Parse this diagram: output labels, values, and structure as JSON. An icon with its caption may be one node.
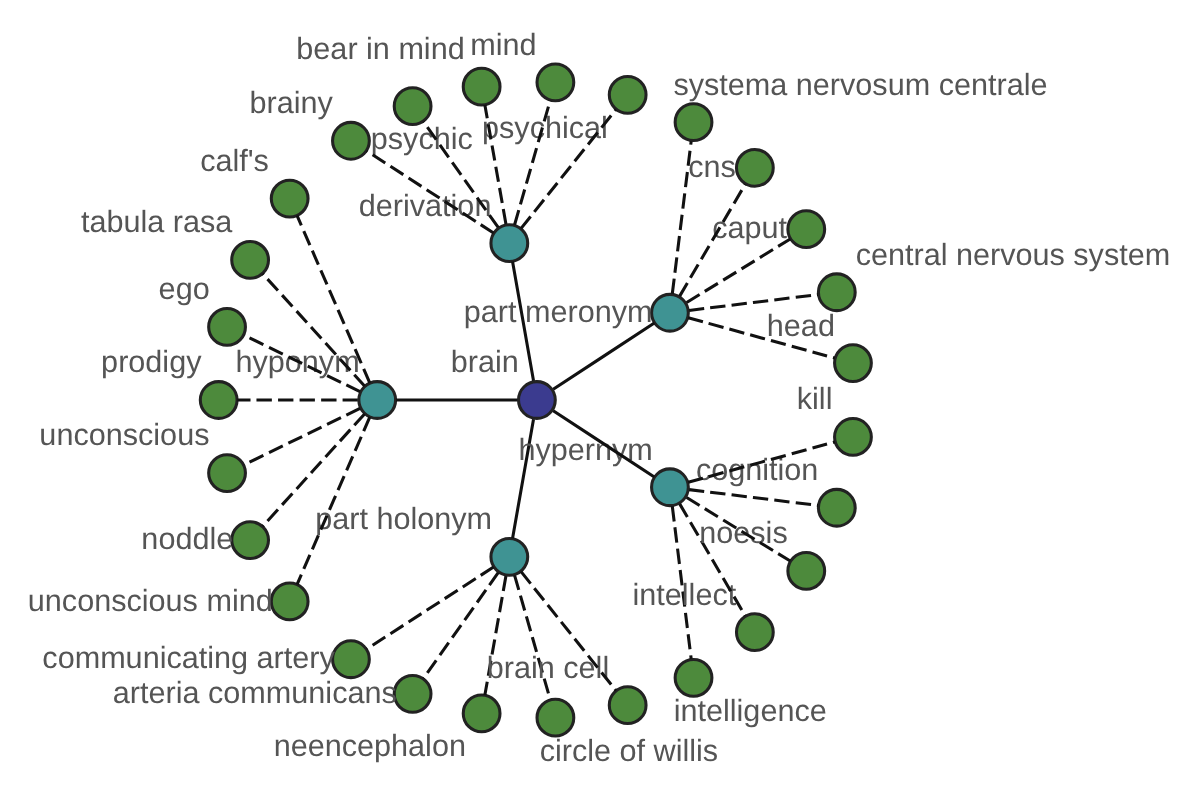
{
  "diagram": {
    "nodes": [
      {
        "text": [
          "brain"
        ]
      },
      {
        "text": [
          "part meronym"
        ]
      },
      {
        "text": [
          "head"
        ]
      },
      {
        "text": [
          "central nervous system"
        ]
      },
      {
        "text": [
          "caput"
        ]
      },
      {
        "text": [
          "cns"
        ]
      },
      {
        "text": [
          "systema nervosum centrale"
        ]
      },
      {
        "text": [
          "derivation"
        ]
      },
      {
        "text": [
          "psychical"
        ]
      },
      {
        "text": [
          "mind"
        ]
      },
      {
        "text": [
          "bear in mind"
        ]
      },
      {
        "text": [
          "psychic"
        ]
      },
      {
        "text": [
          "brainy"
        ]
      },
      {
        "text": [
          "hyponym"
        ]
      },
      {
        "text": [
          "calf's"
        ]
      },
      {
        "text": [
          "tabula rasa"
        ]
      },
      {
        "text": [
          "ego"
        ]
      },
      {
        "text": [
          "prodigy"
        ]
      },
      {
        "text": [
          "unconscious"
        ]
      },
      {
        "text": [
          "noddle"
        ]
      },
      {
        "text": [
          "unconscious mind"
        ]
      },
      {
        "text": [
          "part holonym"
        ]
      },
      {
        "text": [
          "communicating artery"
        ]
      },
      {
        "text": [
          "arteria communicans"
        ]
      },
      {
        "text": [
          "neencephalon"
        ]
      },
      {
        "text": [
          "circle of willis"
        ]
      },
      {
        "text": [
          "brain cell"
        ]
      },
      {
        "text": [
          "hypernym"
        ]
      },
      {
        "text": [
          "intelligence"
        ]
      },
      {
        "text": [
          "intellect"
        ]
      },
      {
        "text": [
          "noesis"
        ]
      },
      {
        "text": [
          "cognition"
        ]
      },
      {
        "text": [
          "kill"
        ]
      }
    ],
    "edges": [
      {
        "from": 0,
        "to": 1,
        "arrow": "none"
      },
      {
        "from": 1,
        "to": 2,
        "arrow": "none",
        "style": "dashed"
      },
      {
        "from": 1,
        "to": 3,
        "arrow": "none",
        "style": "dashed"
      },
      {
        "from": 1,
        "to": 4,
        "arrow": "none",
        "style": "dashed"
      },
      {
        "from": 1,
        "to": 5,
        "arrow": "none",
        "style": "dashed"
      },
      {
        "from": 1,
        "to": 6,
        "arrow": "none",
        "style": "dashed"
      },
      {
        "from": 0,
        "to": 7,
        "arrow": "none"
      },
      {
        "from": 7,
        "to": 8,
        "arrow": "none",
        "style": "dashed"
      },
      {
        "from": 7,
        "to": 9,
        "arrow": "none",
        "style": "dashed"
      },
      {
        "from": 7,
        "to": 10,
        "arrow": "none",
        "style": "dashed"
      },
      {
        "from": 7,
        "to": 11,
        "arrow": "none",
        "style": "dashed"
      },
      {
        "from": 7,
        "to": 12,
        "arrow": "none",
        "style": "dashed"
      },
      {
        "from": 0,
        "to": 13,
        "arrow": "none"
      },
      {
        "from": 13,
        "to": 14,
        "arrow": "none",
        "style": "dashed"
      },
      {
        "from": 13,
        "to": 15,
        "arrow": "none",
        "style": "dashed"
      },
      {
        "from": 13,
        "to": 16,
        "arrow": "none",
        "style": "dashed"
      },
      {
        "from": 13,
        "to": 17,
        "arrow": "none",
        "style": "dashed"
      },
      {
        "from": 13,
        "to": 18,
        "arrow": "none",
        "style": "dashed"
      },
      {
        "from": 13,
        "to": 19,
        "arrow": "none",
        "style": "dashed"
      },
      {
        "from": 13,
        "to": 20,
        "arrow": "none",
        "style": "dashed"
      },
      {
        "from": 0,
        "to": 21,
        "arrow": "none"
      },
      {
        "from": 21,
        "to": 22,
        "arrow": "none",
        "style": "dashed"
      },
      {
        "from": 21,
        "to": 23,
        "arrow": "none",
        "style": "dashed"
      },
      {
        "from": 21,
        "to": 24,
        "arrow": "none",
        "style": "dashed"
      },
      {
        "from": 21,
        "to": 25,
        "arrow": "none",
        "style": "dashed"
      },
      {
        "from": 21,
        "to": 26,
        "arrow": "none",
        "style": "dashed"
      },
      {
        "from": 0,
        "to": 27,
        "arrow": "none"
      },
      {
        "from": 27,
        "to": 28,
        "arrow": "none",
        "style": "dashed"
      },
      {
        "from": 27,
        "to": 29,
        "arrow": "none",
        "style": "dashed"
      },
      {
        "from": 27,
        "to": 30,
        "arrow": "none",
        "style": "dashed"
      },
      {
        "from": 27,
        "to": 31,
        "arrow": "none",
        "style": "dashed"
      },
      {
        "from": 27,
        "to": 32,
        "arrow": "none",
        "style": "dashed"
      }
    ]
  }
}
